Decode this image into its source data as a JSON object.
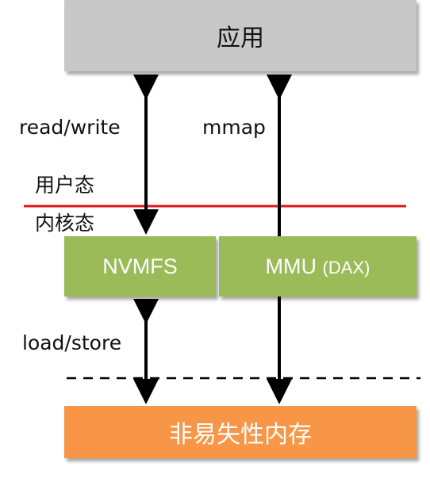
{
  "boxes": {
    "app": "应用",
    "nvmfs": "NVMFS",
    "mmu_main": "MMU",
    "mmu_sub": "(DAX)",
    "nvm": "非易失性内存"
  },
  "labels": {
    "read_write": "read/write",
    "mmap": "mmap",
    "user_mode": "用户态",
    "kernel_mode": "内核态",
    "load_store": "load/store"
  },
  "colors": {
    "app_box": "#c8c8c8",
    "green_box": "#9bbb59",
    "orange_box": "#f79646",
    "divider": "#e0181a",
    "arrow": "#000000"
  }
}
